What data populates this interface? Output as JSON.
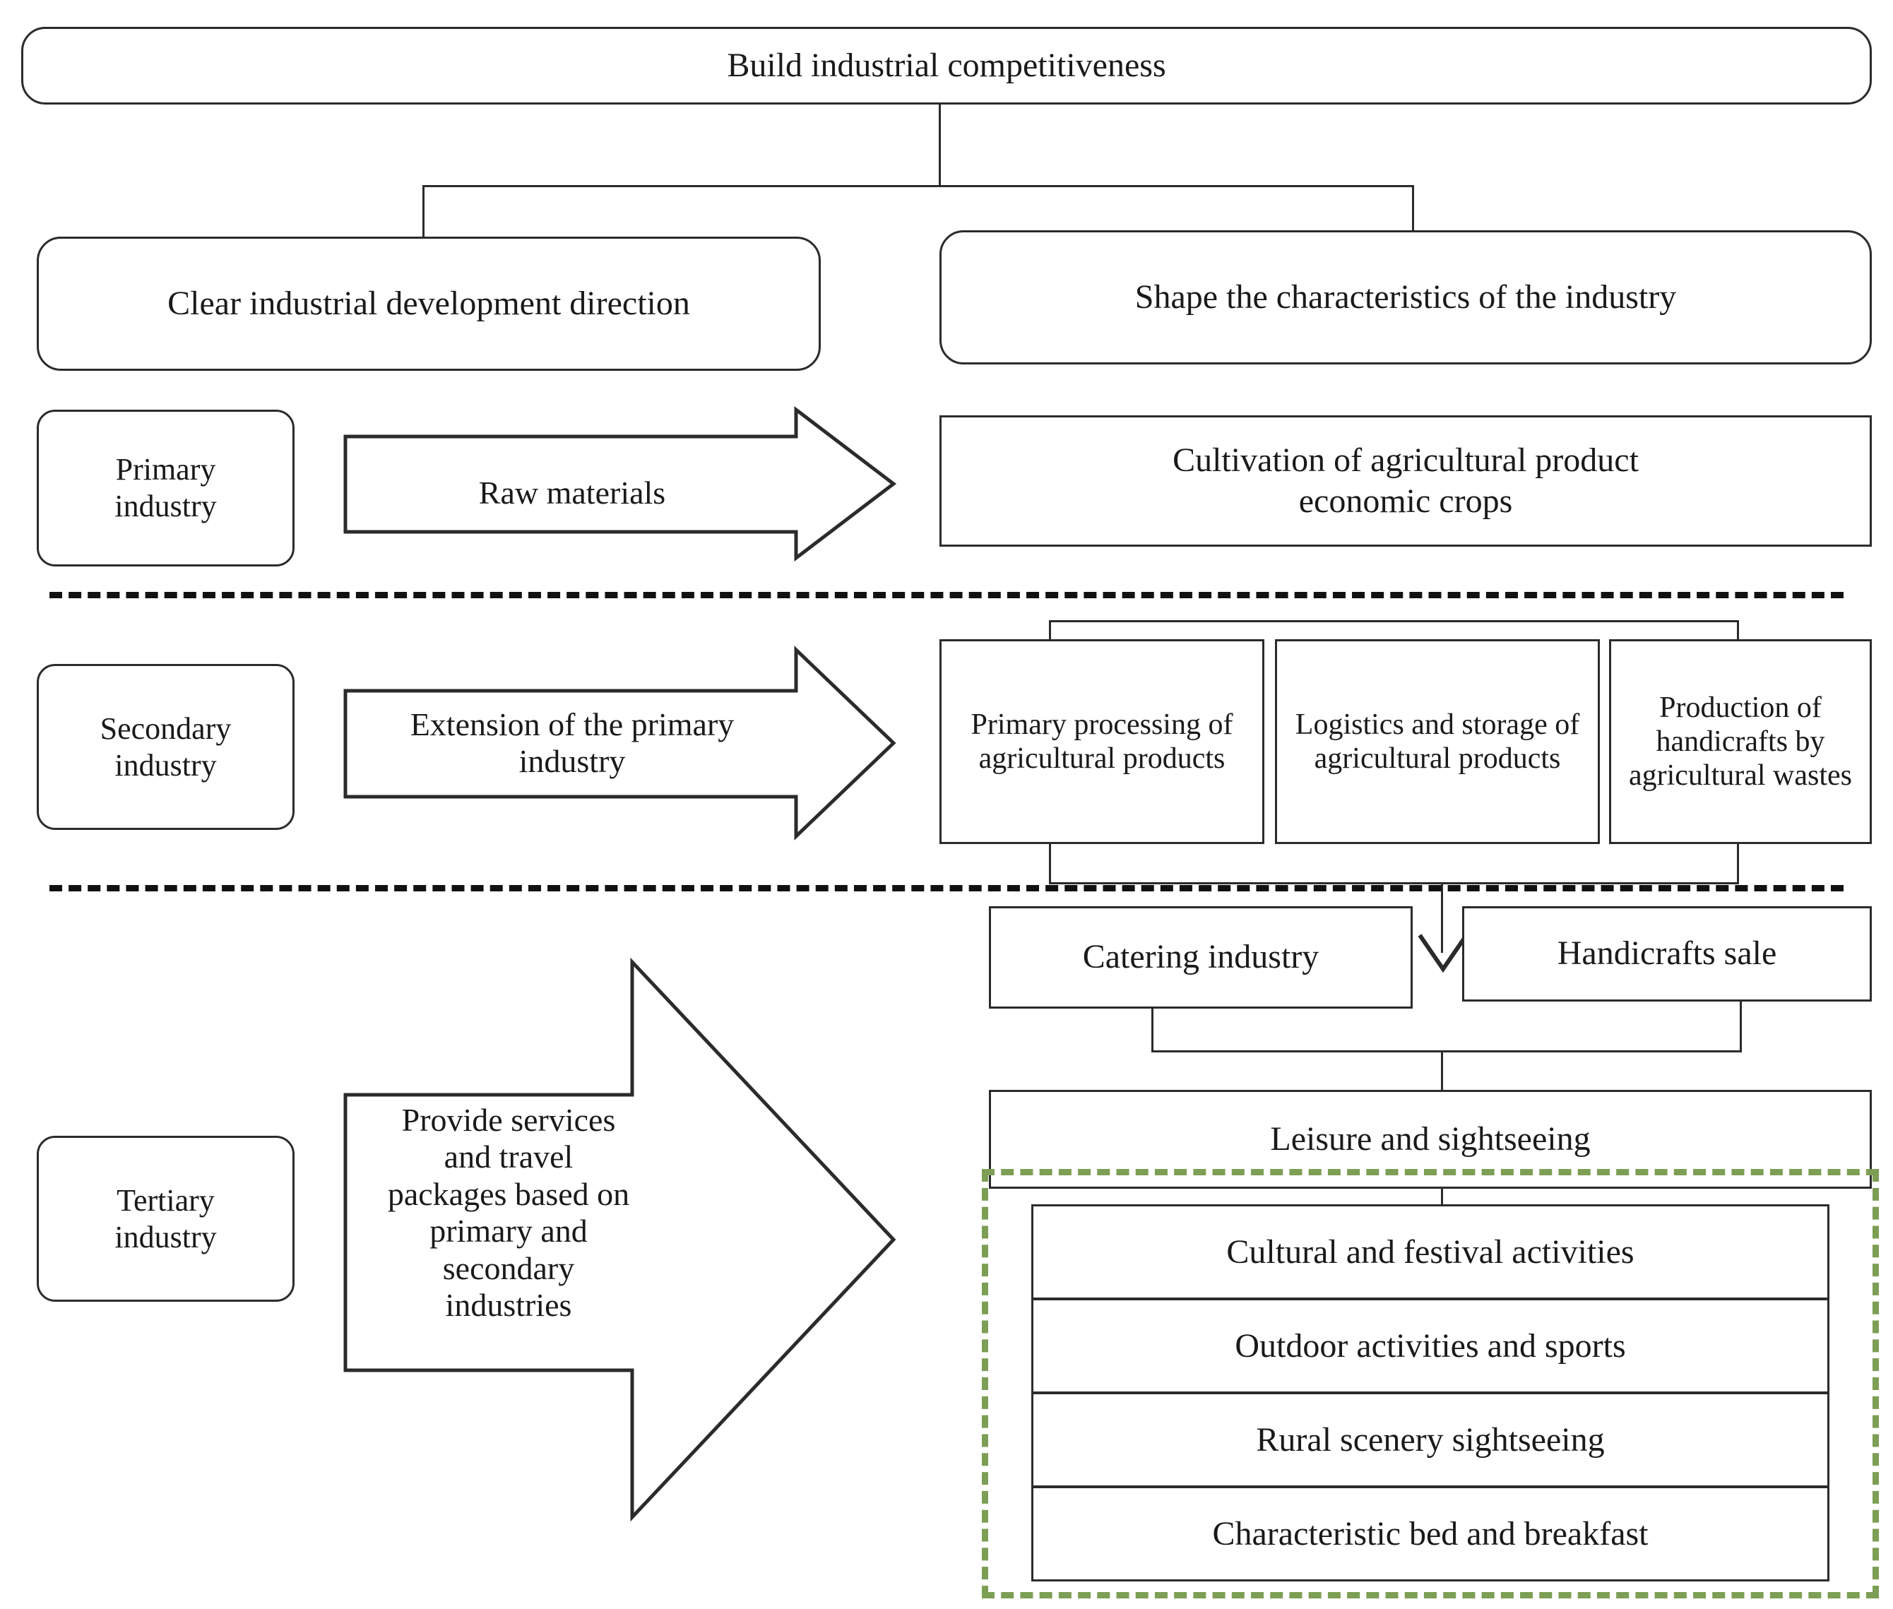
{
  "diagram": {
    "title_box": {
      "label": "Build industrial competitiveness"
    },
    "level2": {
      "left": {
        "label": "Clear industrial development direction"
      },
      "right": {
        "label": "Shape the characteristics of the industry"
      }
    },
    "tiers": [
      {
        "key": "primary",
        "tier_label": "Primary\nindustry",
        "arrow_label": "Raw materials",
        "outputs": [
          {
            "label": "Cultivation of agricultural product\neconomic crops"
          }
        ]
      },
      {
        "key": "secondary",
        "tier_label": "Secondary\nindustry",
        "arrow_label": "Extension of the primary\nindustry",
        "outputs": [
          {
            "label": "Primary processing of agricultural products"
          },
          {
            "label": "Logistics and storage of agricultural products"
          },
          {
            "label": "Production of handicrafts by agricultural wastes"
          }
        ]
      },
      {
        "key": "tertiary",
        "tier_label": "Tertiary\nindustry",
        "arrow_label": "Provide services\nand travel\npackages based on\nprimary and\nsecondary\nindustries",
        "outputs": [
          {
            "label": "Catering industry"
          },
          {
            "label": "Handicrafts sale"
          },
          {
            "label": "Leisure and sightseeing"
          }
        ]
      }
    ],
    "highlight_group": {
      "items": [
        {
          "label": "Cultural and festival activities"
        },
        {
          "label": "Outdoor activities and sports"
        },
        {
          "label": "Rural scenery sightseeing"
        },
        {
          "label": "Characteristic bed and breakfast"
        }
      ]
    },
    "colors": {
      "stroke": "#2b2b2b",
      "highlight_border": "#7d9e55",
      "separator": "#111111",
      "background": "#ffffff"
    }
  }
}
